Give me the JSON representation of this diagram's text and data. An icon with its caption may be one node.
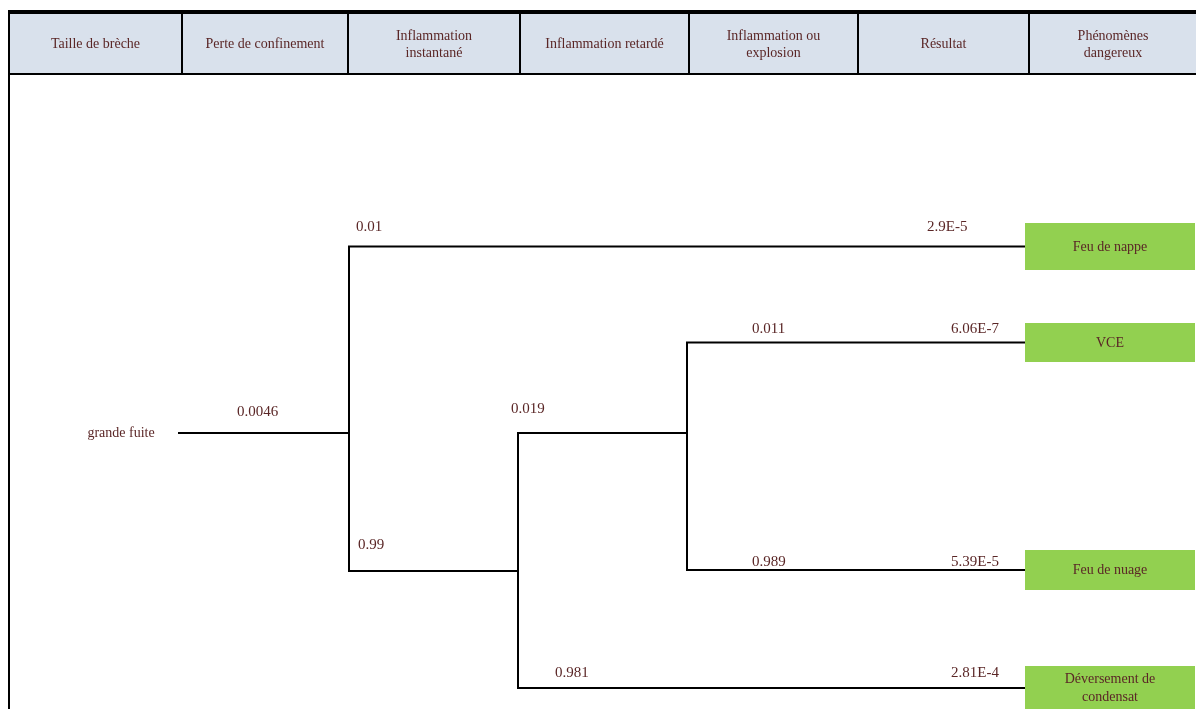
{
  "diagram": {
    "nodes": [
      {
        "text": [
          "grande fuite"
        ]
      },
      {
        "text": [
          "Feu de nappe"
        ]
      },
      {
        "text": [
          "VCE"
        ]
      },
      {
        "text": [
          "Feu de nuage"
        ]
      },
      {
        "text": [
          "Déversement de condensat"
        ]
      }
    ],
    "edges": [
      {
        "from": 0,
        "to": 1,
        "arrow": "none",
        "label": "2.9E-5"
      },
      {
        "from": 0,
        "to": 2,
        "arrow": "none",
        "label": "6.06E-7"
      },
      {
        "from": 0,
        "to": 3,
        "arrow": "none",
        "label": "5.39E-5"
      },
      {
        "from": 0,
        "to": 4,
        "arrow": "none",
        "label": "2.81E-4"
      }
    ],
    "labels": [
      "Taille de  brèche",
      "Perte de confinement",
      "Inflammation instantané",
      "Inflammation retardé",
      "Inflammation ou explosion",
      "Résultat",
      "Phénomènes dangereux",
      "0.01",
      "0.011",
      "0.0046",
      "0.019",
      "0.99",
      "0.989",
      "0.981"
    ]
  }
}
